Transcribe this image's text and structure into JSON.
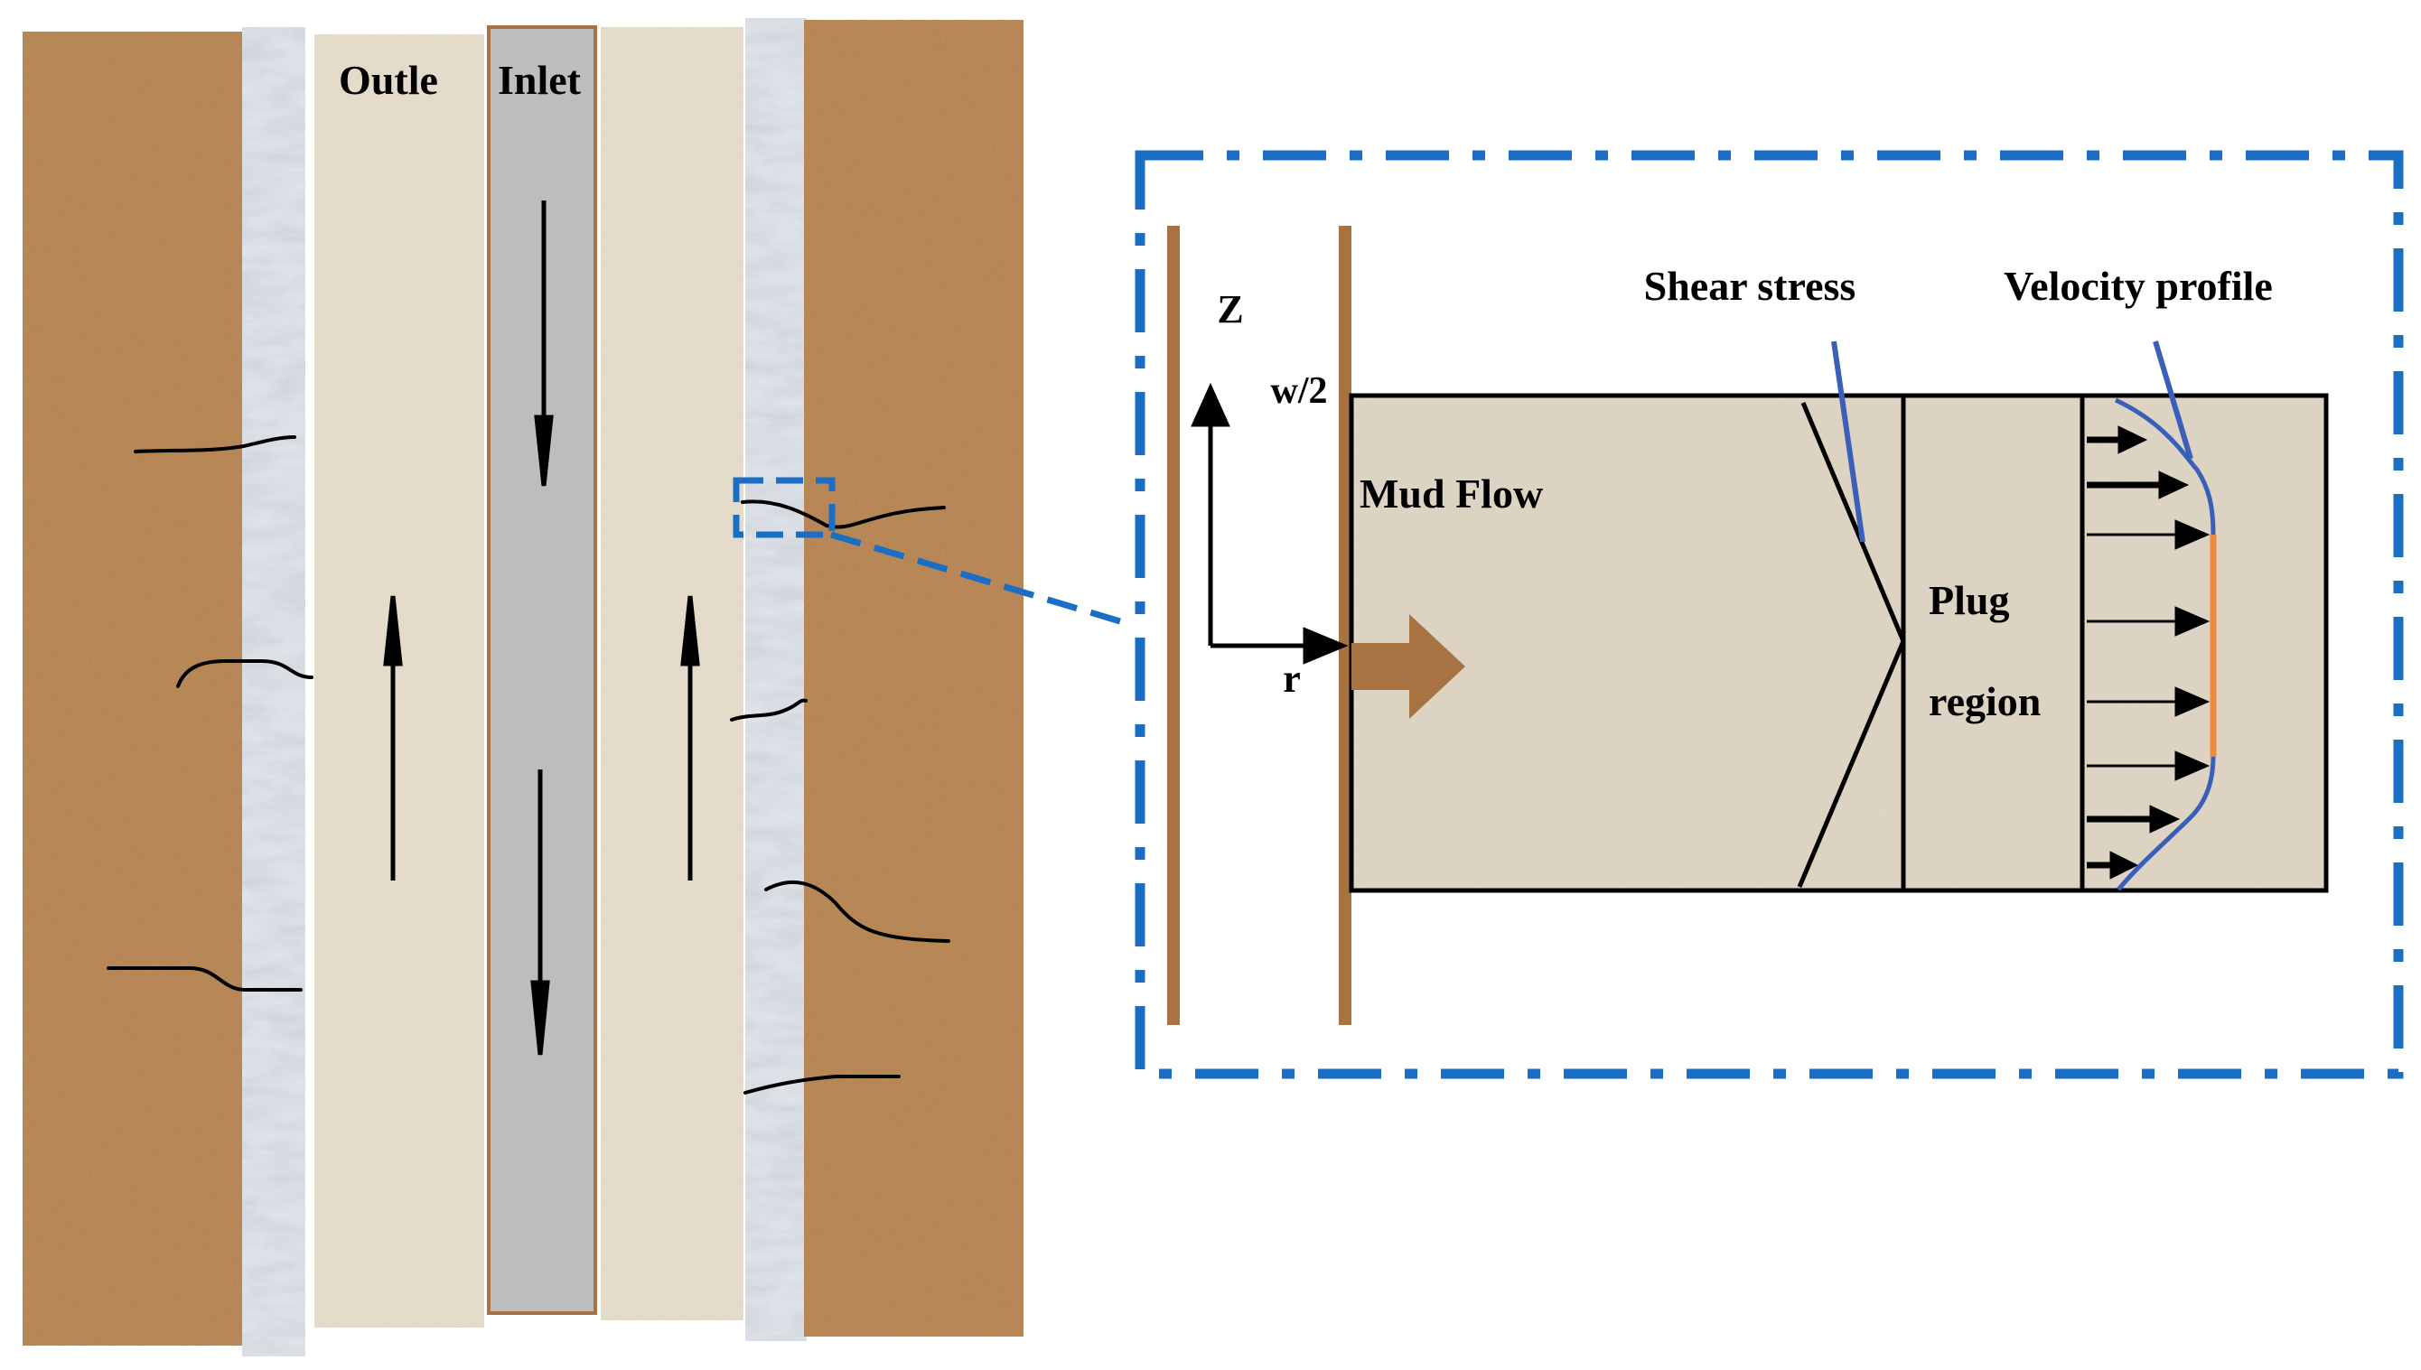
{
  "wellbore": {
    "outlet_label": "Outle",
    "inlet_label": "Inlet"
  },
  "zoom_panel": {
    "z_axis_label": "Z",
    "r_axis_label": "r",
    "half_width_label": "w/2",
    "flow_label": "Mud Flow",
    "shear_stress_label": "Shear stress",
    "velocity_profile_label": "Velocity profile",
    "plug_label_line1": "Plug",
    "plug_label_line2": "region"
  },
  "colors": {
    "formation": "#b98452",
    "formation_dark": "#8a5a2e",
    "cement": "#dde2e8",
    "annulus": "#e6dccb",
    "drillpipe": "#bdbdbd",
    "drillpipe_edge": "#a77248",
    "highlight_box": "#1a6fc4",
    "wall_brown": "#a87343",
    "profile_blue": "#3a5fb8",
    "plug_orange": "#f08a3c",
    "channel_fill": "#ddd3c3"
  }
}
